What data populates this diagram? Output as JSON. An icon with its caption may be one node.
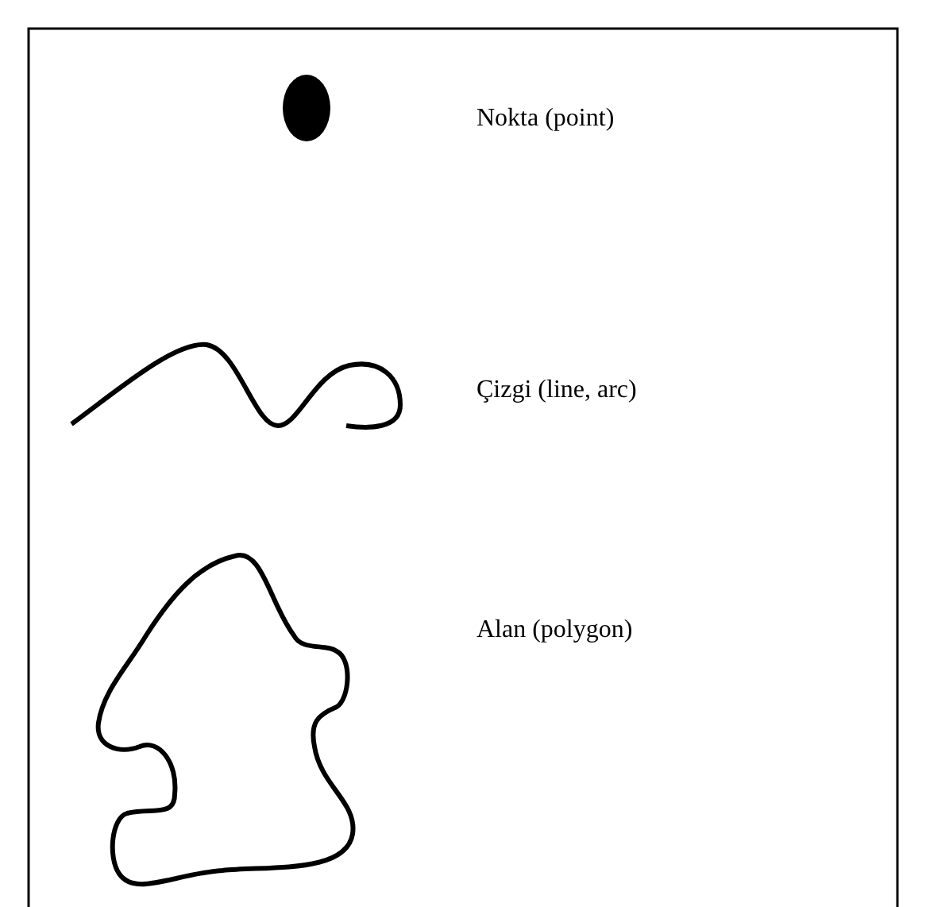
{
  "diagram": {
    "labels": [
      "Nokta (point)",
      "Çizgi (line, arc)",
      "Alan (polygon)"
    ]
  }
}
